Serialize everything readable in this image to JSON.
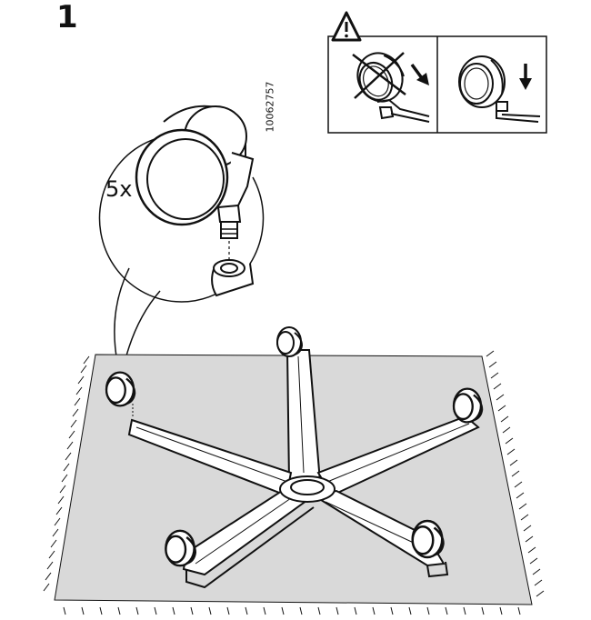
{
  "step": {
    "number": "1"
  },
  "part": {
    "quantity": "5x",
    "article_number": "10062757"
  },
  "colors": {
    "line": "#111111",
    "rug": "#d9d9d9",
    "base": "#ffffff",
    "wheel_face": "#ffffff"
  },
  "icons": {
    "warning": "warning-triangle-icon",
    "wrong": "cross-out-icon",
    "direction": "arrow-down-icon"
  },
  "callout": {
    "wrong_panel": "caster-inserted-at-angle",
    "right_panel": "caster-inserted-straight"
  }
}
